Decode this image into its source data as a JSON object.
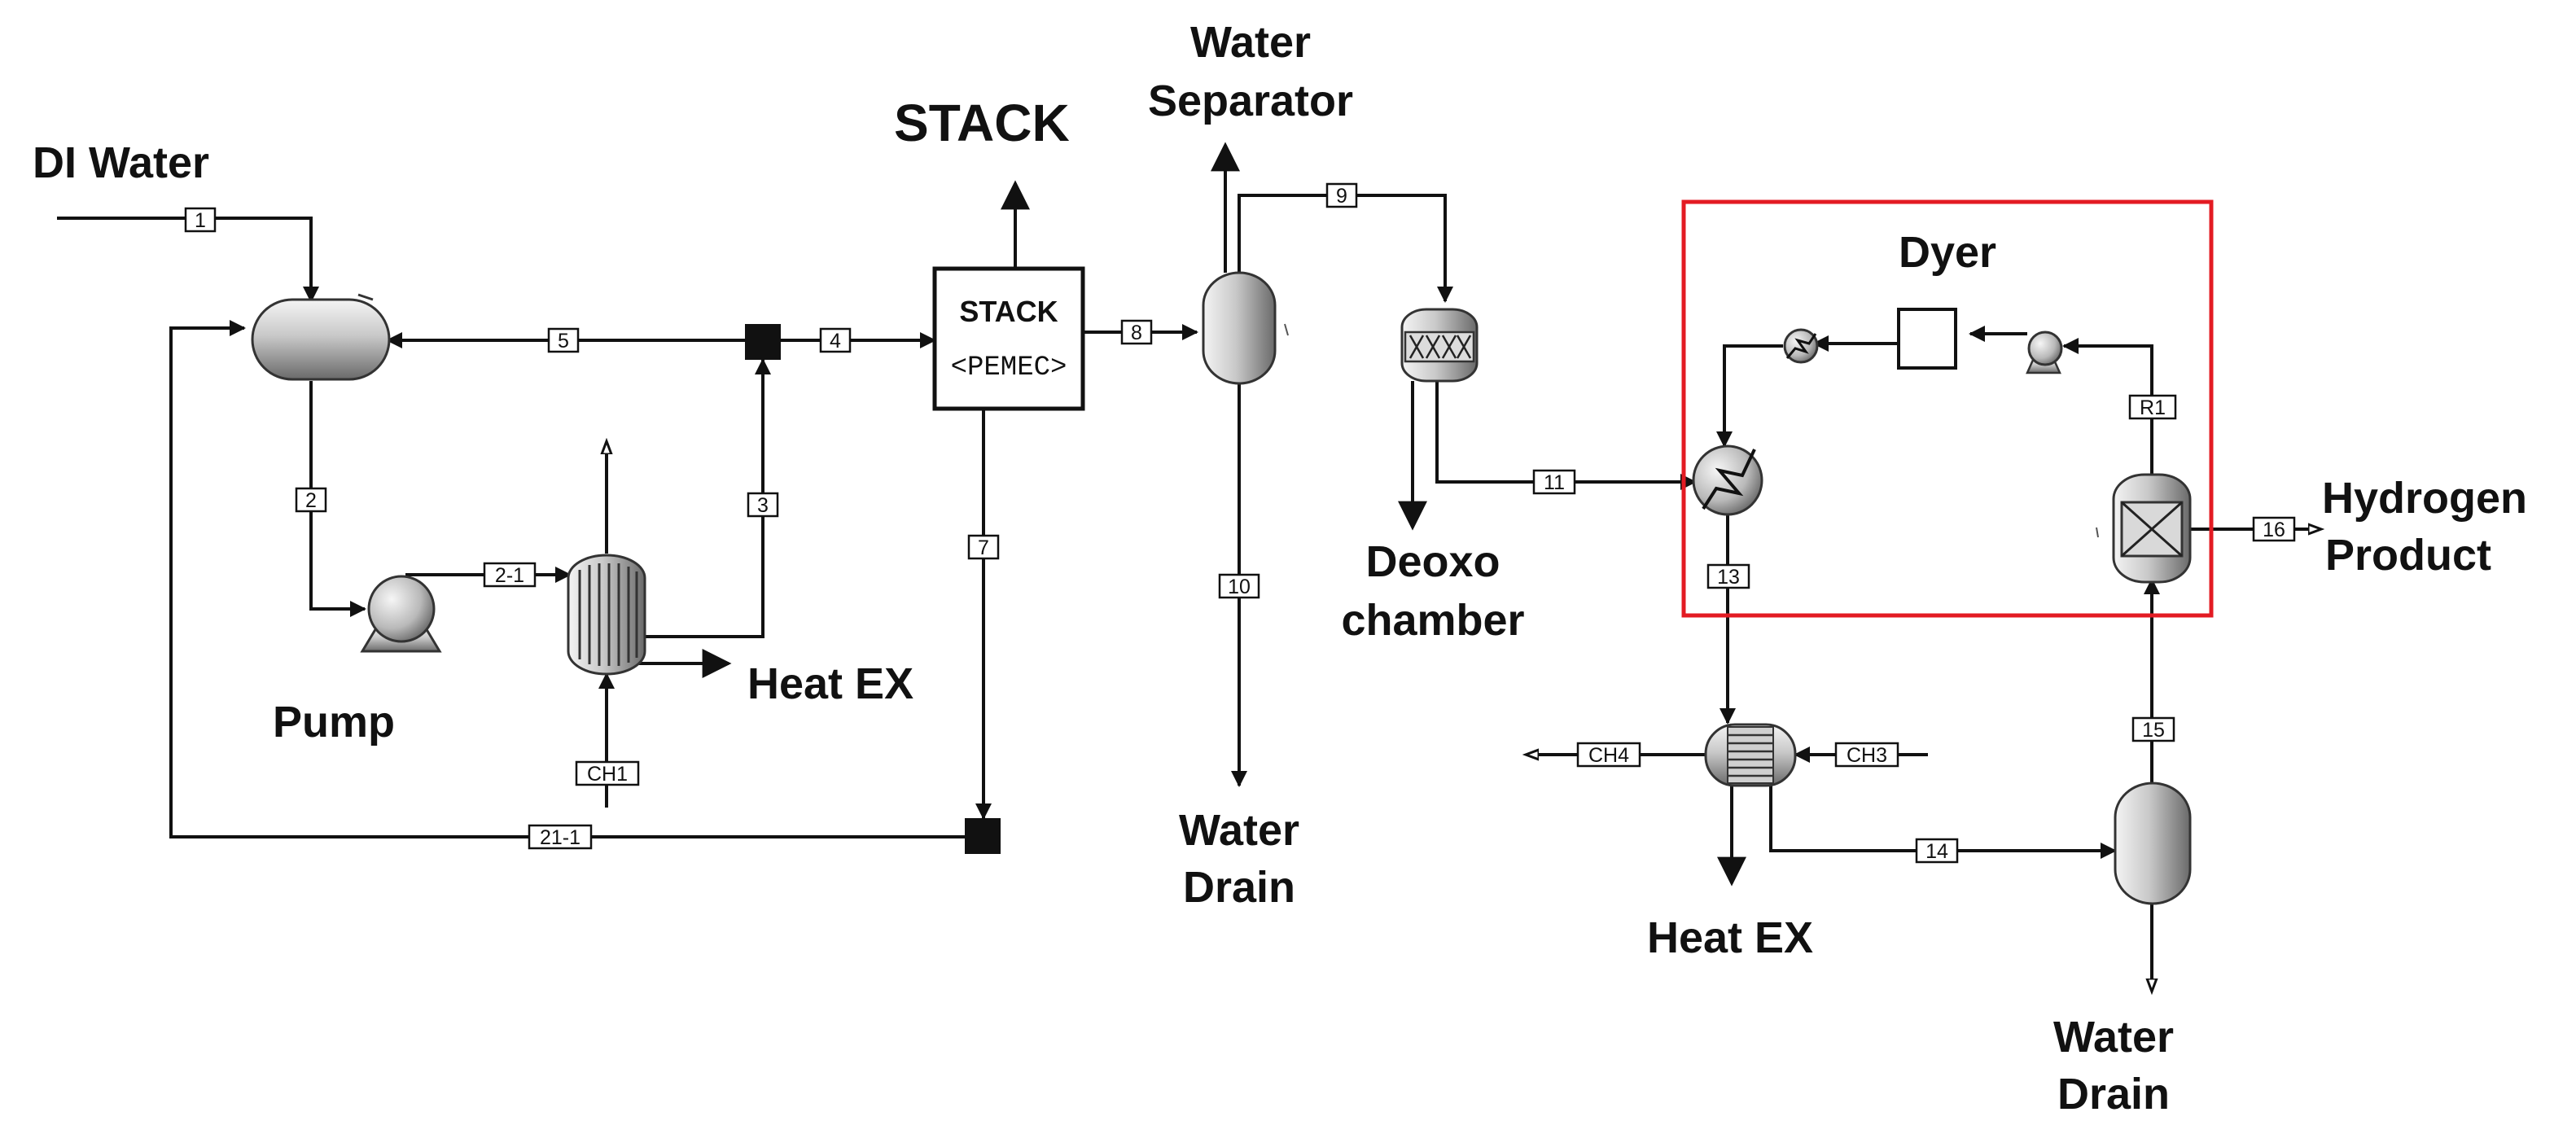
{
  "labels": {
    "di_water": "DI Water",
    "stack": "STACK",
    "water_separator_line1": "Water",
    "water_separator_line2": "Separator",
    "dyer": "Dyer",
    "hydrogen_line1": "Hydrogen",
    "hydrogen_line2": "Product",
    "pump": "Pump",
    "heat_ex_left": "Heat EX",
    "water_drain_mid_line1": "Water",
    "water_drain_mid_line2": "Drain",
    "deoxo_line1": "Deoxo",
    "deoxo_line2": "chamber",
    "heat_ex_right": "Heat EX",
    "water_drain_right_line1": "Water",
    "water_drain_right_line2": "Drain"
  },
  "stack_block": {
    "line1": "STACK",
    "line2": "<PEMEC>"
  },
  "streams": {
    "s1": "1",
    "s2": "2",
    "s2_1": "2-1",
    "s3": "3",
    "s4": "4",
    "s5": "5",
    "s7": "7",
    "s8": "8",
    "s9": "9",
    "s10": "10",
    "s11": "11",
    "s13": "13",
    "s14": "14",
    "s15": "15",
    "s16": "16",
    "s21_1": "21-1",
    "ch1": "CH1",
    "ch3": "CH3",
    "ch4": "CH4",
    "r1": "R1"
  },
  "colors": {
    "highlight_box": "#e31b23",
    "lines": "#111111",
    "vessel_light": "#f2f2f2",
    "vessel_dark": "#6e6e6e"
  }
}
